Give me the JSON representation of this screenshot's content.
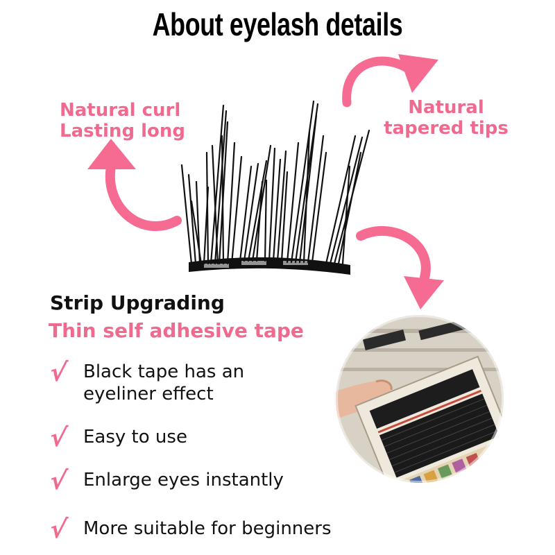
{
  "title": "About eyelash details",
  "callouts": {
    "left_line1": "Natural curl",
    "left_line2": "Lasting long",
    "right_line1": "Natural",
    "right_line2": "tapered tips"
  },
  "strip": {
    "heading": "Strip Upgrading",
    "subheading": "Thin self adhesive tape"
  },
  "features": [
    {
      "check": "√",
      "text": "Black tape has an eyeliner effect"
    },
    {
      "check": "√",
      "text": "Easy to use"
    },
    {
      "check": "√",
      "text": "Enlarge eyes instantly"
    },
    {
      "check": "√",
      "text": "More suitable for beginners"
    }
  ],
  "colors": {
    "accent": "#f06a8f",
    "text": "#111111",
    "background": "#ffffff"
  }
}
